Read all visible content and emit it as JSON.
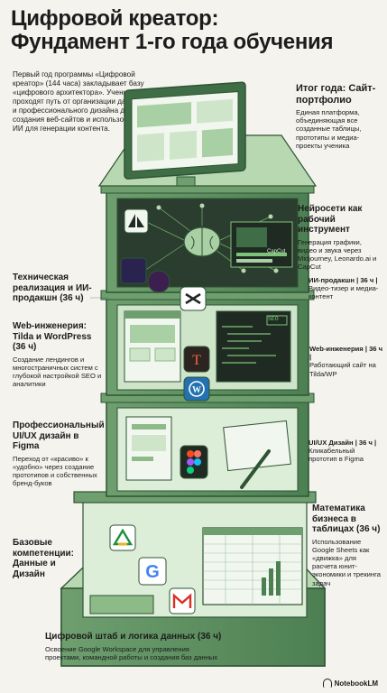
{
  "title": {
    "line1": "Цифровой креатор:",
    "line2": "Фундамент 1-го года обучения"
  },
  "intro": "Первый год программы «Цифровой креатор» (144 часа) закладывает базу «цифрового архитектора». Ученики проходят путь от организации данных и профессионального дизайна до создания веб-сайтов и использования ИИ для генерации контента.",
  "labels": {
    "portfolio": {
      "title": "Итог года: Сайт-портфолио",
      "desc": "Единая платформа, объединяющая все созданные таблицы, прототипы и медиа-проекты ученика"
    },
    "ai_tool": {
      "title": "Нейросети как рабочий инструмент",
      "desc": "Генерация графики, видео и звука через Midjourney, Leonardo.ai и CapCut"
    },
    "tech": {
      "title": "Техническая реализация и ИИ-продакшн (36 ч)"
    },
    "ai_prod": {
      "head": "ИИ-продакшн | 36 ч |",
      "desc": "Видео-тизер и медиа-контент"
    },
    "web_left": {
      "title": "Web-инженерия: Tilda и WordPress (36 ч)",
      "desc": "Создание лендингов и многостраничных систем с глубокой настройкой SEO и аналитики"
    },
    "web_right": {
      "head": "Web-инженерия | 36 ч |",
      "desc": "Работающий сайт на Tilda/WP"
    },
    "uiux_left": {
      "title": "Профессиональный UI/UX дизайн в Figma",
      "desc": "Переход от «красиво» к «удобно» через создание прототипов и собственных бренд-буков"
    },
    "uiux_right": {
      "head": "UI/UX Дизайн | 36 ч |",
      "desc": "Кликабельный прототип в Figma"
    },
    "math": {
      "title": "Математика бизнеса в таблицах (36 ч)",
      "desc": "Использование Google Sheets как «движка» для расчета юнит-экономики и трекинга задач"
    },
    "base": {
      "title": "Базовые компетенции: Данные и Дизайн"
    },
    "hq": {
      "title": "Цифровой штаб и логика данных (36 ч)",
      "desc": "Освоение Google Workspace для управления проектами, командной работы и создания баз данных"
    }
  },
  "screens": {
    "seo_badge": "SEO",
    "capcut_label": "CapCut"
  },
  "footer": {
    "brand": "NotebookLM"
  },
  "colors": {
    "bg": "#f4f3ee",
    "green_dark": "#3f6d45",
    "green_mid": "#6f9f6f",
    "green_light": "#a9cfa4",
    "green_pale": "#d6ead2",
    "dark_panel": "#1f2a22"
  },
  "icons": [
    "google-drive-icon",
    "google-icon",
    "gmail-icon",
    "figma-icon",
    "tilda-icon",
    "wordpress-icon",
    "capcut-icon",
    "midjourney-icon",
    "leonardo-icon",
    "brain-icon",
    "pen-icon",
    "monitor-icon"
  ]
}
